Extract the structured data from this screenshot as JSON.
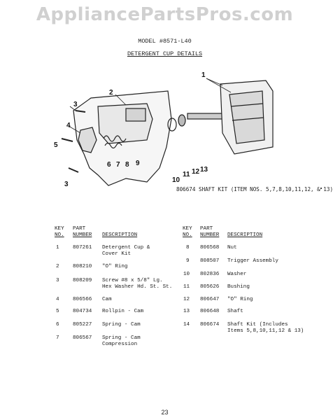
{
  "watermark": "AppliancePartsPros.com",
  "header": {
    "model": "MODEL #8571-L40",
    "section_title": "DETERGENT CUP DETAILS"
  },
  "diagram": {
    "callouts": [
      "1",
      "2",
      "3",
      "4",
      "5",
      "6",
      "7",
      "8",
      "9",
      "10",
      "11",
      "12",
      "13",
      "3"
    ],
    "shaft_kit_caption": "806674 SHAFT KIT (ITEM NOS. 5,7,8,10,11,12, & 13)"
  },
  "table": {
    "headers": {
      "key_line1": "KEY",
      "key_line2": "NO.",
      "part_line1": "PART",
      "part_line2": "NUMBER",
      "description": "DESCRIPTION"
    },
    "left_rows": [
      {
        "key": "1",
        "part": "807261",
        "desc1": "Detergent Cup &",
        "desc2": "Cover Kit"
      },
      {
        "key": "2",
        "part": "808210",
        "desc1": "\"O\" Ring",
        "desc2": ""
      },
      {
        "key": "3",
        "part": "808209",
        "desc1": "Screw #8 x 5/8\" Lg.",
        "desc2": "Hex Washer Hd. St. St."
      },
      {
        "key": "4",
        "part": "806566",
        "desc1": "Cam",
        "desc2": ""
      },
      {
        "key": "5",
        "part": "804734",
        "desc1": "Rollpin - Cam",
        "desc2": ""
      },
      {
        "key": "6",
        "part": "805227",
        "desc1": "Spring - Cam",
        "desc2": ""
      },
      {
        "key": "7",
        "part": "806567",
        "desc1": "Spring - Cam",
        "desc2": "Compression"
      }
    ],
    "right_rows": [
      {
        "key": "8",
        "part": "806568",
        "desc1": "Nut",
        "desc2": ""
      },
      {
        "key": "9",
        "part": "808507",
        "desc1": "Trigger Assembly",
        "desc2": ""
      },
      {
        "key": "10",
        "part": "802836",
        "desc1": "Washer",
        "desc2": ""
      },
      {
        "key": "11",
        "part": "805626",
        "desc1": "Bushing",
        "desc2": ""
      },
      {
        "key": "12",
        "part": "806647",
        "desc1": "\"O\" Ring",
        "desc2": ""
      },
      {
        "key": "13",
        "part": "806648",
        "desc1": "Shaft",
        "desc2": ""
      },
      {
        "key": "14",
        "part": "806674",
        "desc1": "Shaft Kit (Includes",
        "desc2": "Items 5,8,10,11,12 & 13)"
      }
    ]
  },
  "page_number": "23"
}
